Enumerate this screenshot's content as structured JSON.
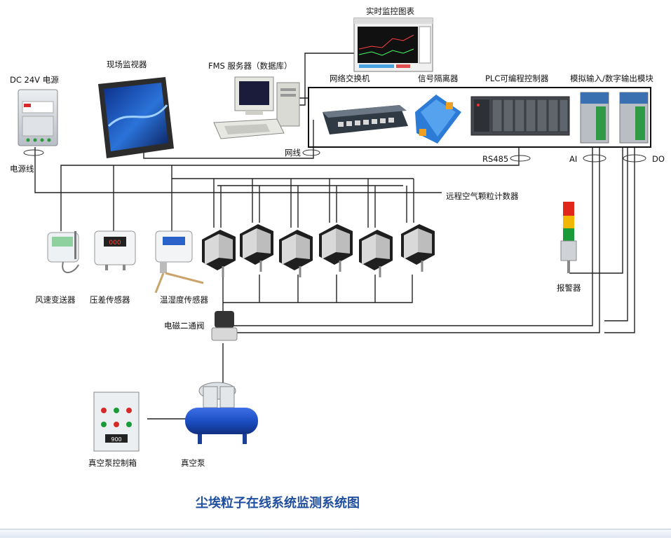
{
  "title": "尘埃粒子在线系统监测系统图",
  "labels": {
    "monitor_chart": "实时监控图表",
    "dc_power": "DC 24V 电源",
    "field_monitor": "现场监视器",
    "fms_server": "FMS 服务器（数据库）",
    "network_switch": "网络交换机",
    "signal_isolator": "信号隔离器",
    "plc": "PLC可编程控制器",
    "io_module": "模拟输入/数字输出模块",
    "power_cable": "电源线",
    "network_cable": "网线",
    "rs485": "RS485",
    "ai": "AI",
    "do": "DO",
    "particle_counter": "远程空气颗粒计数器",
    "wind_speed": "风速变送器",
    "pressure_diff": "压差传感器",
    "temp_humidity": "温湿度传感器",
    "solenoid_valve": "电磁二通阀",
    "alarm": "报警器",
    "vacuum_box": "真空泵控制箱",
    "vacuum_pump": "真空泵"
  },
  "device_display": {
    "pressure_readout": "000",
    "vacuum_panel_text": "900"
  },
  "colors": {
    "title": "#1f4f9e",
    "wire": "#222222",
    "device_body": "#5a6068",
    "tower_red": "#e1261c",
    "tower_yellow": "#f2b705",
    "tower_green": "#1a9b3a",
    "pump_blue": "#1c4fc4"
  }
}
